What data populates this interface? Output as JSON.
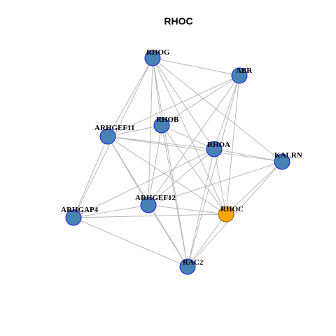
{
  "title": "RHOC",
  "colors": {
    "node_fill": "#4682B4",
    "node_stroke": "#1A1AE6",
    "highlight_fill": "#FFA500",
    "highlight_stroke": "#8B6508",
    "edge": "#B3B3B3"
  },
  "nodes": [
    {
      "id": "RHOG",
      "label": "RHOG",
      "highlight": false
    },
    {
      "id": "ABR",
      "label": "ABR",
      "highlight": false
    },
    {
      "id": "RHOB",
      "label": "RHOB",
      "highlight": false
    },
    {
      "id": "ARHGEF11",
      "label": "ARHGEF11",
      "highlight": false
    },
    {
      "id": "RHOA",
      "label": "RHOA",
      "highlight": false
    },
    {
      "id": "KALRN",
      "label": "KALRN",
      "highlight": false
    },
    {
      "id": "ARHGEF12",
      "label": "ARHGEF12",
      "highlight": false
    },
    {
      "id": "RHOC",
      "label": "RHOC",
      "highlight": true
    },
    {
      "id": "ARHGAP4",
      "label": "ARHGAP4",
      "highlight": false
    },
    {
      "id": "RAC2",
      "label": "RAC2",
      "highlight": false
    }
  ],
  "edges": [
    [
      "RHOG",
      "ABR"
    ],
    [
      "RHOG",
      "RHOB"
    ],
    [
      "RHOG",
      "ARHGEF11"
    ],
    [
      "RHOG",
      "RHOA"
    ],
    [
      "RHOG",
      "KALRN"
    ],
    [
      "RHOG",
      "ARHGEF12"
    ],
    [
      "RHOG",
      "RHOC"
    ],
    [
      "RHOG",
      "ARHGAP4"
    ],
    [
      "RHOG",
      "RAC2"
    ],
    [
      "ABR",
      "RHOB"
    ],
    [
      "ABR",
      "ARHGEF11"
    ],
    [
      "ABR",
      "RHOA"
    ],
    [
      "ABR",
      "ARHGEF12"
    ],
    [
      "ABR",
      "RHOC"
    ],
    [
      "ABR",
      "RAC2"
    ],
    [
      "RHOB",
      "ARHGEF11"
    ],
    [
      "RHOB",
      "RHOA"
    ],
    [
      "RHOB",
      "ARHGEF12"
    ],
    [
      "RHOB",
      "RHOC"
    ],
    [
      "RHOB",
      "RAC2"
    ],
    [
      "ARHGEF11",
      "RHOA"
    ],
    [
      "ARHGEF11",
      "KALRN"
    ],
    [
      "ARHGEF11",
      "ARHGEF12"
    ],
    [
      "ARHGEF11",
      "RHOC"
    ],
    [
      "ARHGEF11",
      "ARHGAP4"
    ],
    [
      "ARHGEF11",
      "RAC2"
    ],
    [
      "RHOA",
      "KALRN"
    ],
    [
      "RHOA",
      "ARHGEF12"
    ],
    [
      "RHOA",
      "RHOC"
    ],
    [
      "RHOA",
      "ARHGAP4"
    ],
    [
      "RHOA",
      "RAC2"
    ],
    [
      "KALRN",
      "ARHGEF12"
    ],
    [
      "KALRN",
      "RHOC"
    ],
    [
      "KALRN",
      "RAC2"
    ],
    [
      "ARHGEF12",
      "RHOC"
    ],
    [
      "ARHGEF12",
      "ARHGAP4"
    ],
    [
      "ARHGEF12",
      "RAC2"
    ],
    [
      "RHOC",
      "ARHGAP4"
    ],
    [
      "RHOC",
      "RAC2"
    ],
    [
      "ARHGAP4",
      "RAC2"
    ]
  ]
}
